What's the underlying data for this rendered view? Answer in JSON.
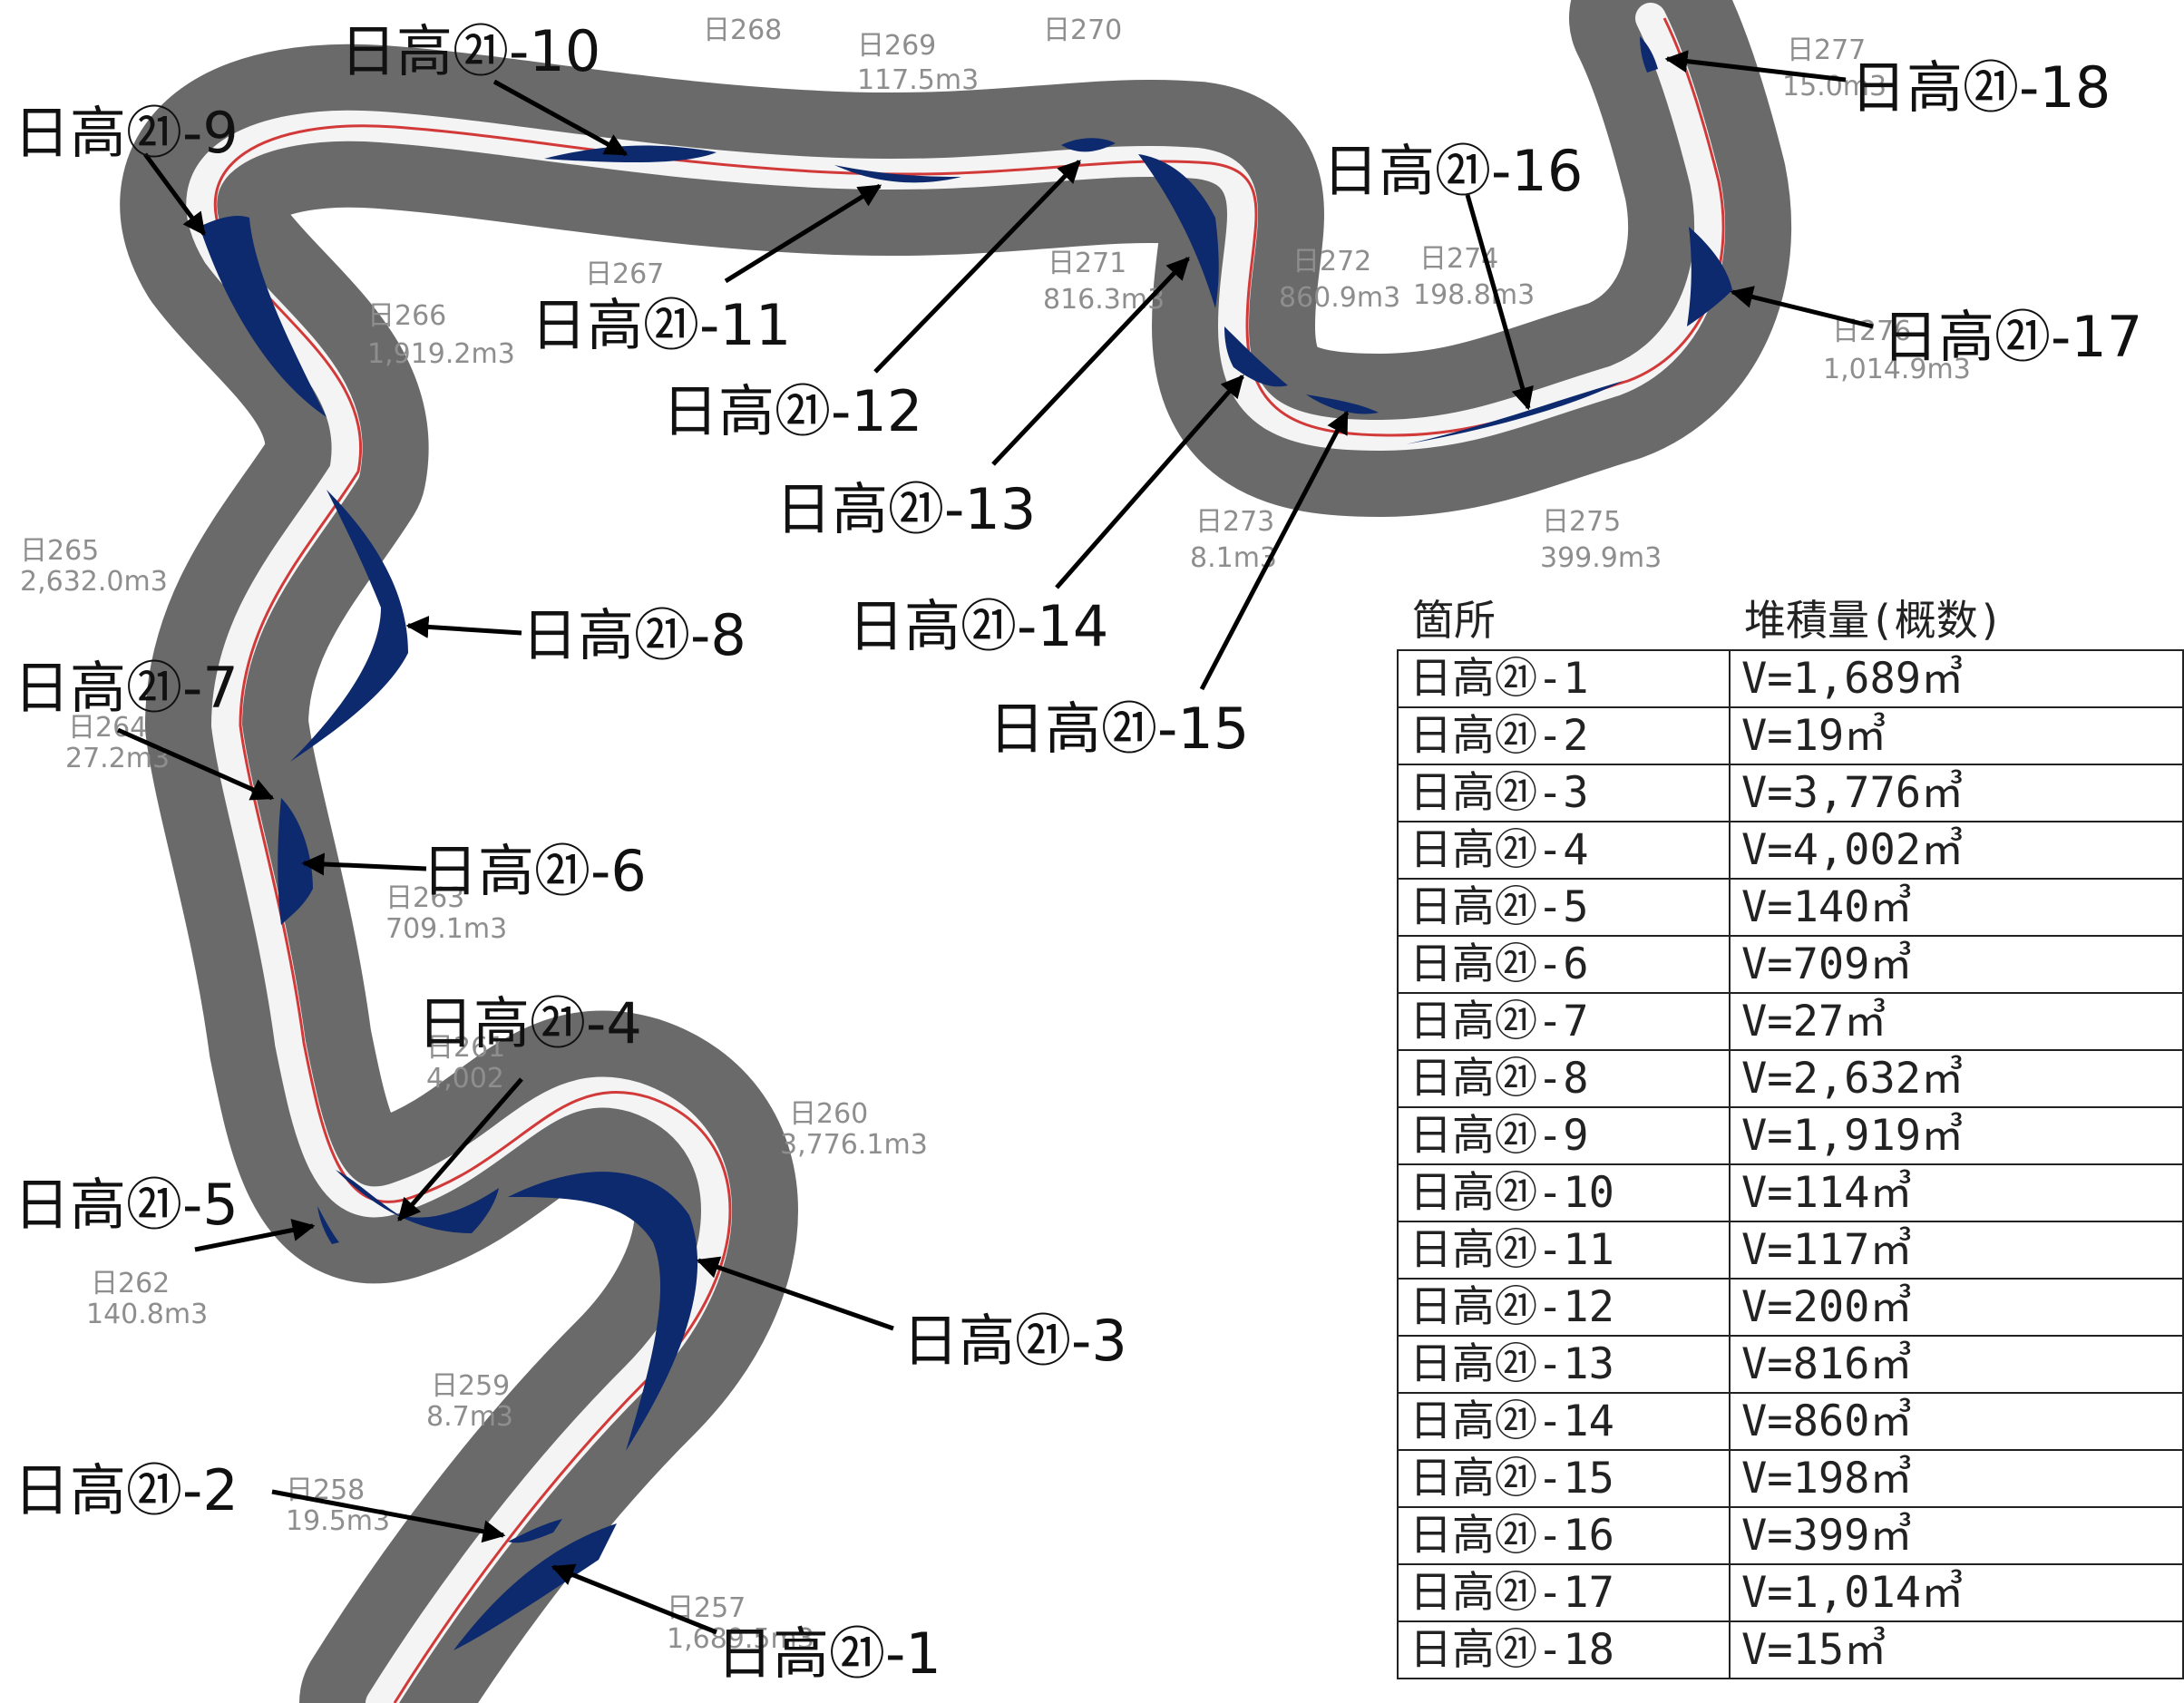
{
  "map": {
    "callouts": [
      "日高㉑-1",
      "日高㉑-2",
      "日高㉑-3",
      "日高㉑-4",
      "日高㉑-5",
      "日高㉑-6",
      "日高㉑-7",
      "日高㉑-8",
      "日高㉑-9",
      "日高㉑-10",
      "日高㉑-11",
      "日高㉑-12",
      "日高㉑-13",
      "日高㉑-14",
      "日高㉑-15",
      "日高㉑-16",
      "日高㉑-17",
      "日高㉑-18"
    ],
    "station_labels": [
      {
        "id": "日257",
        "vol": "1,689.5m3"
      },
      {
        "id": "日258",
        "vol": "19.5m3"
      },
      {
        "id": "日259",
        "vol": "8.7m3"
      },
      {
        "id": "日260",
        "vol": "3,776.1m3"
      },
      {
        "id": "日261",
        "vol": "4,002"
      },
      {
        "id": "日262",
        "vol": "140.8m3"
      },
      {
        "id": "日263",
        "vol": "709.1m3"
      },
      {
        "id": "日264",
        "vol": "27.2m3"
      },
      {
        "id": "日265",
        "vol": "2,632.0m3"
      },
      {
        "id": "日266",
        "vol": "1,919.2m3"
      },
      {
        "id": "日267",
        "vol": ""
      },
      {
        "id": "日268",
        "vol": ""
      },
      {
        "id": "日269",
        "vol": "117.5m3"
      },
      {
        "id": "日270",
        "vol": ""
      },
      {
        "id": "日271",
        "vol": "816.3m3"
      },
      {
        "id": "日272",
        "vol": "860.9m3"
      },
      {
        "id": "日273",
        "vol": "8.1m3"
      },
      {
        "id": "日274",
        "vol": "198.8m3"
      },
      {
        "id": "日275",
        "vol": "399.9m3"
      },
      {
        "id": "日276",
        "vol": "1,014.9m3"
      },
      {
        "id": "日277",
        "vol": "15.0m3"
      }
    ]
  },
  "table": {
    "headers": [
      "箇所",
      "堆積量(概数)"
    ],
    "rows": [
      [
        "日高㉑-1",
        "V=1,689㎥"
      ],
      [
        "日高㉑-2",
        "V=19㎥"
      ],
      [
        "日高㉑-3",
        "V=3,776㎥"
      ],
      [
        "日高㉑-4",
        "V=4,002㎥"
      ],
      [
        "日高㉑-5",
        "V=140㎥"
      ],
      [
        "日高㉑-6",
        "V=709㎥"
      ],
      [
        "日高㉑-7",
        "V=27㎥"
      ],
      [
        "日高㉑-8",
        "V=2,632㎥"
      ],
      [
        "日高㉑-9",
        "V=1,919㎥"
      ],
      [
        "日高㉑-10",
        "V=114㎥"
      ],
      [
        "日高㉑-11",
        "V=117㎥"
      ],
      [
        "日高㉑-12",
        "V=200㎥"
      ],
      [
        "日高㉑-13",
        "V=816㎥"
      ],
      [
        "日高㉑-14",
        "V=860㎥"
      ],
      [
        "日高㉑-15",
        "V=198㎥"
      ],
      [
        "日高㉑-16",
        "V=399㎥"
      ],
      [
        "日高㉑-17",
        "V=1,014㎥"
      ],
      [
        "日高㉑-18",
        "V=15㎥"
      ]
    ]
  },
  "colors": {
    "river_band": "#6a6a6a",
    "sediment": "#0d2a6e",
    "channel": "#f4f4f4",
    "bank_line": "#d23a3a",
    "label_text": "#111111"
  }
}
